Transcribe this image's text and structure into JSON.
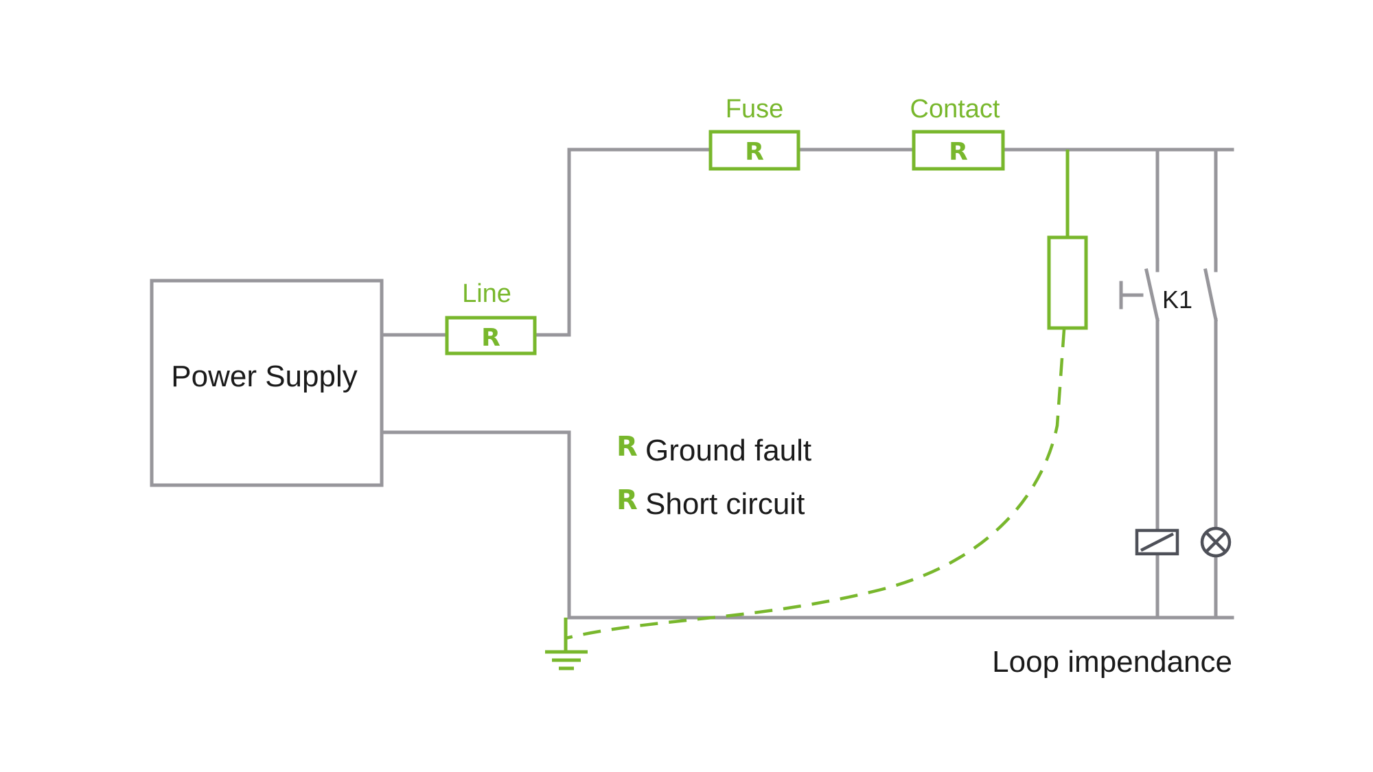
{
  "power_supply": {
    "label": "Power Supply"
  },
  "resistors": {
    "line": {
      "label": "Line",
      "symbol": "R"
    },
    "fuse": {
      "label": "Fuse",
      "symbol": "R"
    },
    "contact": {
      "label": "Contact",
      "symbol": "R"
    }
  },
  "legend": {
    "ground_fault": {
      "symbol": "R",
      "label": "Ground fault"
    },
    "short_circuit": {
      "symbol": "R",
      "label": "Short circuit"
    }
  },
  "contactor": {
    "label": "K1"
  },
  "caption": "Loop impendance",
  "colors": {
    "wire": "#97969b",
    "accent_green": "#78b72c",
    "component_dark": "#4e5058",
    "text": "#1a1a1a"
  },
  "icons": {
    "ground": "ground-symbol-icon",
    "relay_coil": "relay-coil-icon",
    "lamp": "lamp-icon",
    "switch": "normally-open-switch-icon"
  }
}
